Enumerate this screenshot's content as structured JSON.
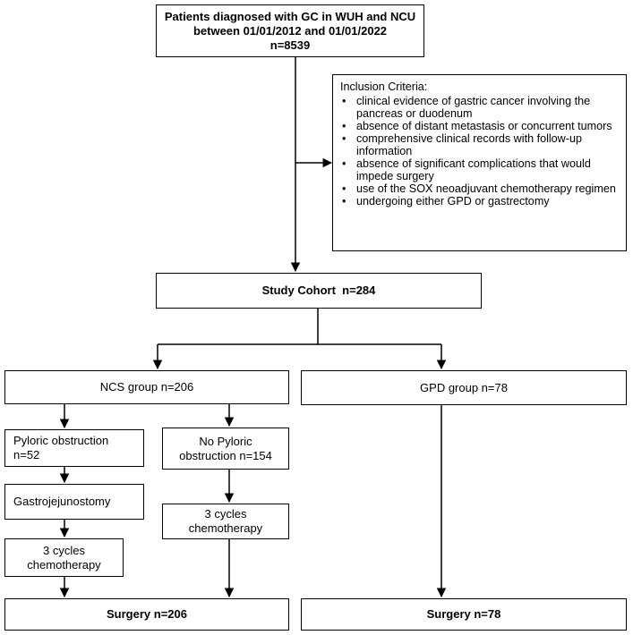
{
  "top_box": {
    "line1": "Patients diagnosed with GC in WUH and NCU",
    "line2": "between 01/01/2012 and 01/01/2022",
    "line3": "n=8539"
  },
  "inclusion": {
    "title": "Inclusion Criteria:",
    "items": [
      "clinical evidence of gastric cancer involving the pancreas or duodenum",
      "absence of distant metastasis or concurrent tumors",
      "comprehensive clinical records with follow-up information",
      "absence of significant complications that would impede surgery",
      "use of the SOX neoadjuvant chemotherapy regimen",
      "undergoing either GPD or gastrectomy"
    ]
  },
  "cohort": {
    "label": "Study Cohort  n=284"
  },
  "ncs": {
    "label": "NCS group n=206"
  },
  "gpd": {
    "label": "GPD group n=78"
  },
  "pyloric": {
    "line1": "Pyloric obstruction",
    "line2": "n=52"
  },
  "no_pyloric": {
    "line1": "No Pyloric",
    "line2": "obstruction n=154"
  },
  "gastro": {
    "label": "Gastrojejunostomy"
  },
  "chemo_left": {
    "line1": "3 cycles",
    "line2": "chemotherapy"
  },
  "chemo_right": {
    "line1": "3 cycles",
    "line2": "chemotherapy"
  },
  "surgery_ncs": {
    "label": "Surgery n=206"
  },
  "surgery_gpd": {
    "label": "Surgery n=78"
  }
}
